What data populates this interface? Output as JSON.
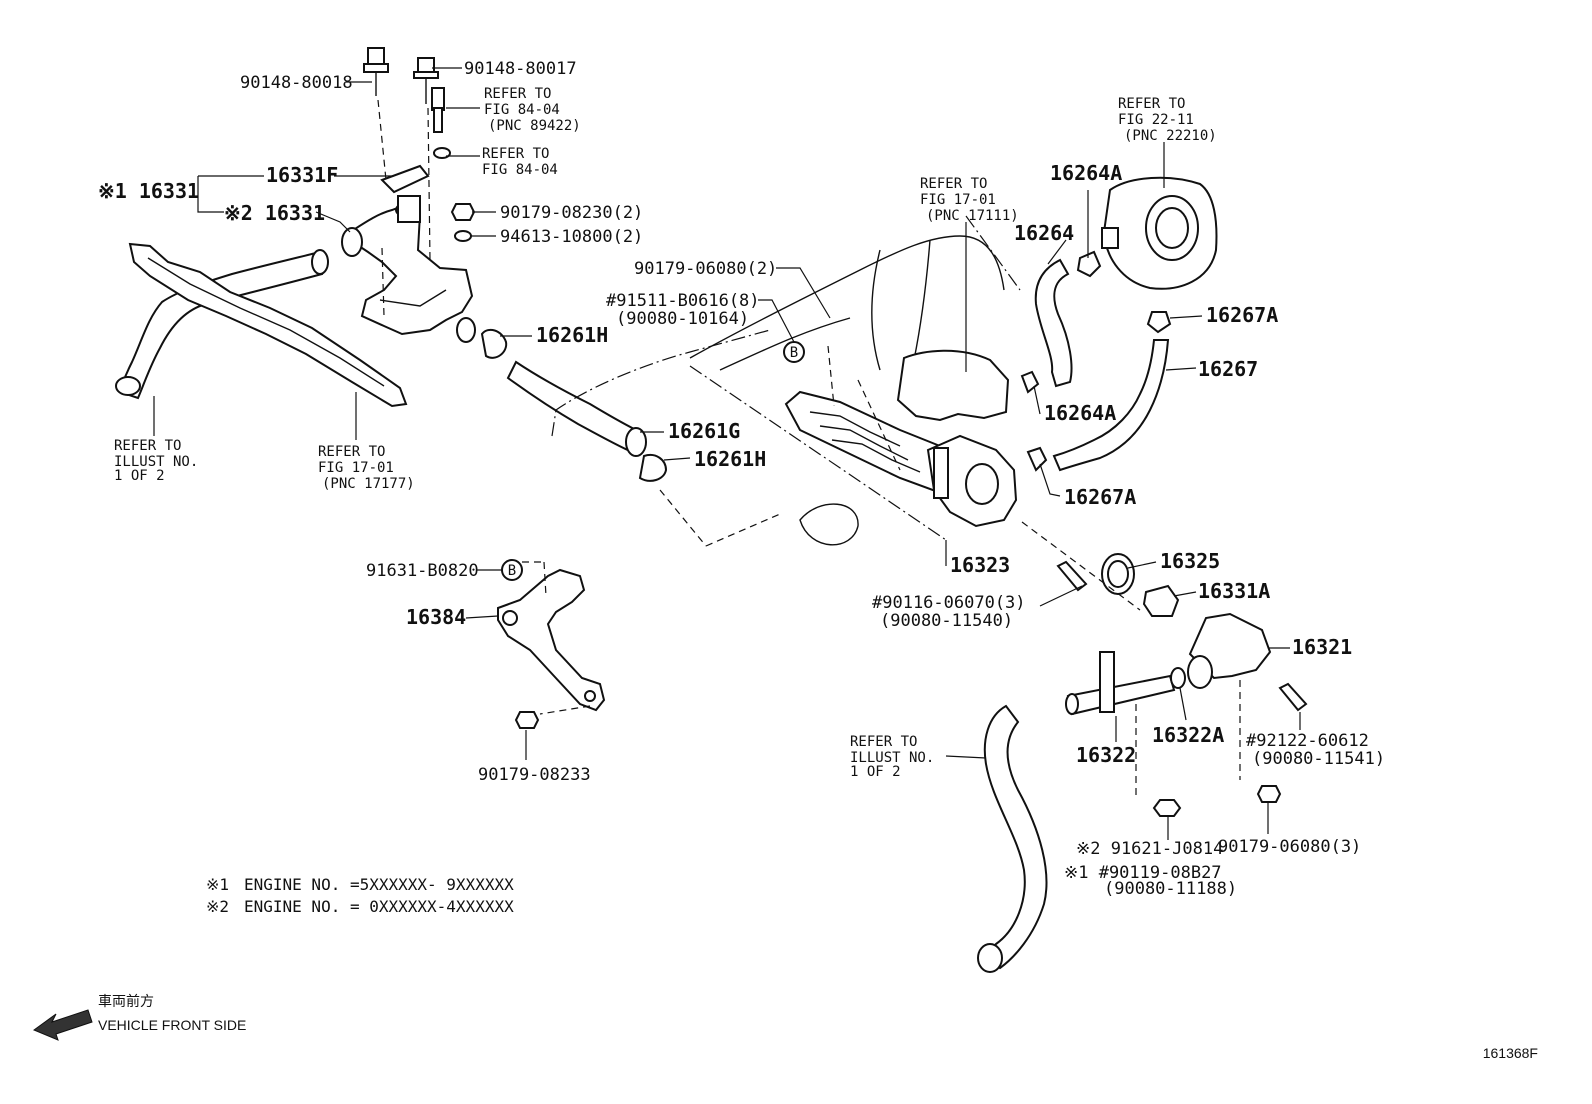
{
  "figure_id": "161368F",
  "vehicle_front_side": {
    "jp": "車両前方",
    "en": "VEHICLE FRONT SIDE"
  },
  "notes": [
    {
      "mark": "※1",
      "text": "ENGINE NO. =5XXXXXX- 9XXXXXX"
    },
    {
      "mark": "※2",
      "text": "ENGINE NO. = 0XXXXXX-4XXXXXX"
    }
  ],
  "parts": {
    "p90148_80018": "90148-80018",
    "p90148_80017": "90148-80017",
    "ref_84_04a": [
      "REFER TO",
      "FIG 84-04",
      "(PNC 89422)"
    ],
    "ref_84_04b": [
      "REFER TO",
      "FIG 84-04"
    ],
    "p16331F": "16331F",
    "p16331_1": "※1 16331",
    "p16331_2": "※2 16331",
    "p90179_08230": "90179-08230(2)",
    "p94613_10800": "94613-10800(2)",
    "p90179_06080_2": "90179-06080(2)",
    "p91511_B0616": "#91511-B0616(8)",
    "p90080_10164": "(90080-10164)",
    "p16261H_a": "16261H",
    "p16261G": "16261G",
    "p16261H_b": "16261H",
    "ref_17_01a": [
      "REFER TO",
      "FIG 17-01",
      "(PNC 17111)"
    ],
    "ref_22_11": [
      "REFER TO",
      "FIG 22-11",
      "(PNC 22210)"
    ],
    "p16264A_top": "16264A",
    "p16264": "16264",
    "p16267A_top": "16267A",
    "p16267": "16267",
    "p16264A_bot": "16264A",
    "p16267A_bot": "16267A",
    "ref_illust_left": [
      "REFER TO",
      "ILLUST NO.",
      "1 OF 2"
    ],
    "ref_17_01b": [
      "REFER TO",
      "FIG 17-01",
      "(PNC 17177)"
    ],
    "p16323": "16323",
    "p16325": "16325",
    "p16331A": "16331A",
    "p90116_06070": "#90116-06070(3)",
    "p90080_11540": "(90080-11540)",
    "p16321": "16321",
    "p91631_B0820": "91631-B0820",
    "p16384": "16384",
    "p90179_08233": "90179-08233",
    "ref_illust_right": [
      "REFER TO",
      "ILLUST NO.",
      "1 OF 2"
    ],
    "p16322": "16322",
    "p16322A": "16322A",
    "p92122_60612": "#92122-60612",
    "p90080_11541": "(90080-11541)",
    "p91621_J0814": "※2 91621-J0814",
    "p90119_08B27": "※1 #90119-08B27",
    "p90080_11188": "(90080-11188)",
    "p90179_06080_3": "90179-06080(3)",
    "callout_b": "B"
  }
}
